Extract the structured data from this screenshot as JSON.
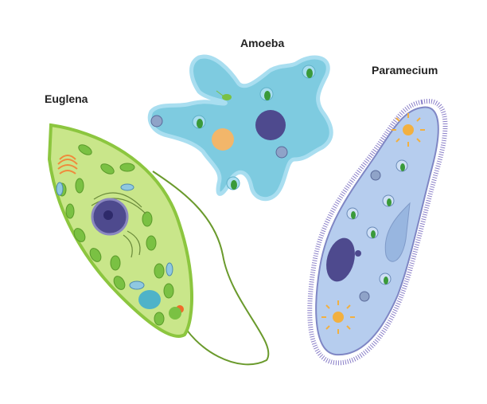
{
  "labels": {
    "amoeba": "Amoeba",
    "euglena": "Euglena",
    "paramecium": "Paramecium"
  },
  "colors": {
    "amoeba_fill": "#7ecbe0",
    "amoeba_edge": "#a9def0",
    "euglena_fill": "#c9e68a",
    "euglena_edge": "#8cc63f",
    "paramecium_fill": "#b6cdee",
    "paramecium_edge": "#7f86c4",
    "nucleus": "#4e4a8e",
    "chloroplast": "#7ac143"
  }
}
